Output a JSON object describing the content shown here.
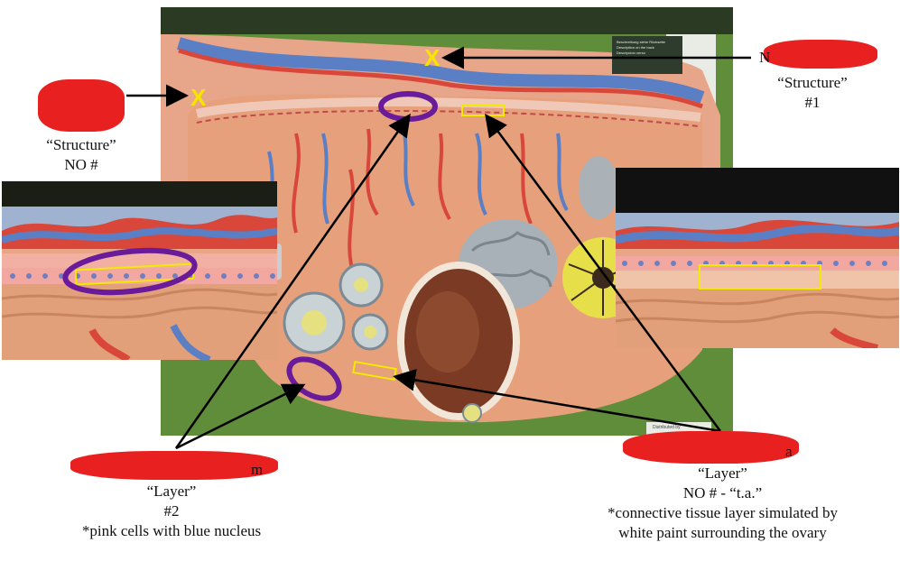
{
  "markers": {
    "x_top": "X",
    "x_left": "X"
  },
  "labels": {
    "structure_1": {
      "line1": "“Structure”",
      "line2": "#1",
      "partial": "N"
    },
    "structure_no": {
      "line1": "“Structure”",
      "line2": "NO #"
    },
    "layer_2": {
      "line1": "“Layer”",
      "line2": "#2",
      "line3": "*pink cells with blue nucleus",
      "partial": "m"
    },
    "layer_no": {
      "line1": "“Layer”",
      "line2": "NO # - “t.a.”",
      "line3": "*connective tissue layer simulated by",
      "line4": "white paint surrounding the ovary",
      "partial": "a"
    }
  },
  "model_card": {
    "line1": "Beschreibung siehe Rückseite",
    "line2": "Description on the back",
    "line3": "Descripcion verso",
    "distributor": "Distributed by"
  },
  "colors": {
    "marker": "#f7e400",
    "redaction": "#e82020",
    "highlight_circle": "#6a1b9a",
    "highlight_box": "#f2ea00",
    "arrow": "#000000"
  }
}
